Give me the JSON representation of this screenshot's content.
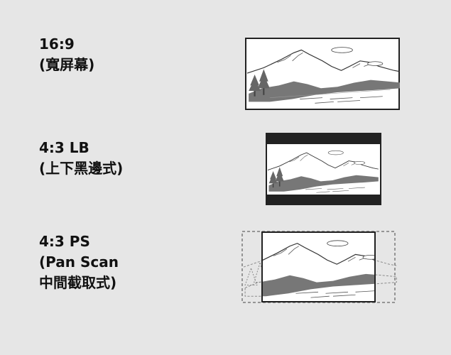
{
  "colors": {
    "background": "#e6e6e6",
    "text": "#111111",
    "scene_fill": "#777777",
    "frame": "#222222"
  },
  "rows": [
    {
      "lines": [
        "16:9",
        "(寬屏幕)"
      ]
    },
    {
      "lines": [
        "4:3 LB",
        "(上下黑邊式)"
      ]
    },
    {
      "lines": [
        "4:3 PS",
        "(Pan Scan",
        "中間截取式)"
      ]
    }
  ]
}
